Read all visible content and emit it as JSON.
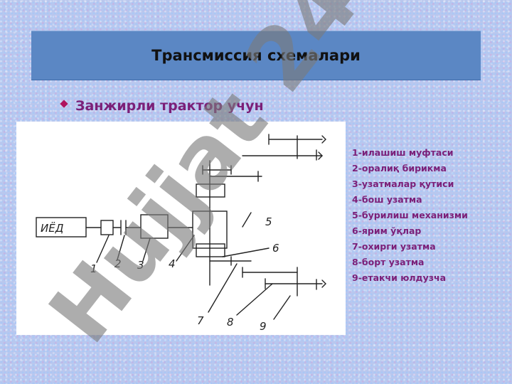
{
  "slide": {
    "title": "Трансмиссия схемалари",
    "bullet": "Занжирли трактор учун"
  },
  "diagram": {
    "engine_label": "ИЁД",
    "numbers": [
      "1",
      "2",
      "3",
      "4",
      "5",
      "6",
      "7",
      "8",
      "9"
    ]
  },
  "legend": [
    "1-илашиш муфтаси",
    "2-оралиқ бирикма",
    "3-узатмалар қутиси",
    "4-бош узатма",
    "5-бурилиш механизми",
    "6-ярим ўқлар",
    "7-охирги узатма",
    "8-борт узатма",
    "9-етакчи юлдузча"
  ],
  "watermark": {
    "text": "Hujjat 24"
  }
}
